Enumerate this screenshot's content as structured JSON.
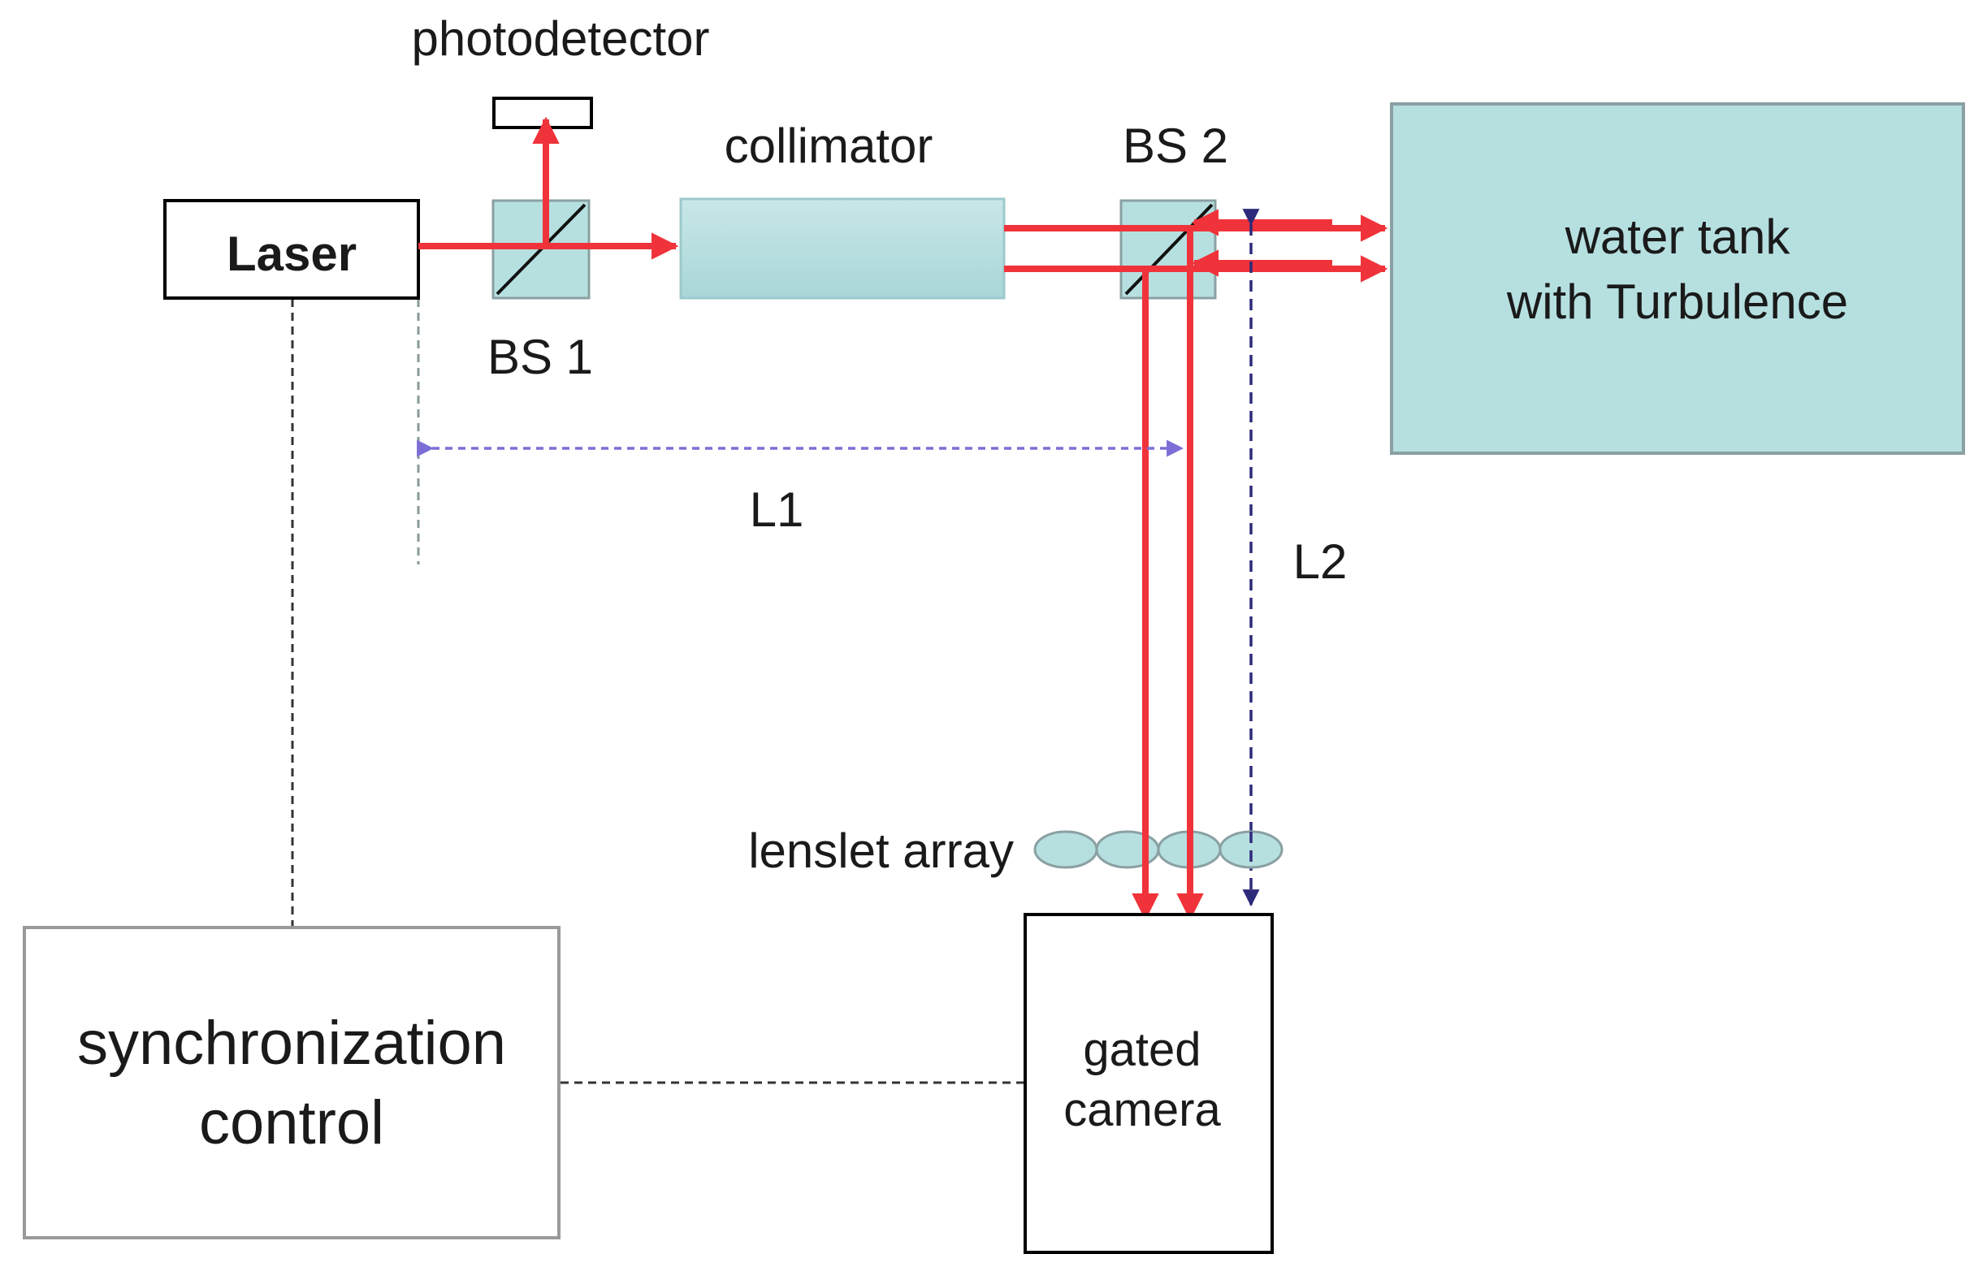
{
  "labels": {
    "laser": "Laser",
    "photodetector": "photodetector",
    "collimator": "collimator",
    "bs1": "BS 1",
    "bs2": "BS 2",
    "water_tank_line1": "water tank",
    "water_tank_line2": "with Turbulence",
    "l1": "L1",
    "l2": "L2",
    "lenslet_array": "lenslet array",
    "sync_line1": "synchronization",
    "sync_line2": "control",
    "camera_line1": "gated",
    "camera_line2": "camera"
  },
  "colors": {
    "beam": "#f0333a",
    "component_fill": "#b6dfe0",
    "component_stroke": "#8aa0a2",
    "measure_l1": "#7b6fd6",
    "measure_l2": "#2d2a7a",
    "signal_line": "#333333",
    "box_stroke": "#000000",
    "sync_box_stroke": "#9a9a9a"
  }
}
